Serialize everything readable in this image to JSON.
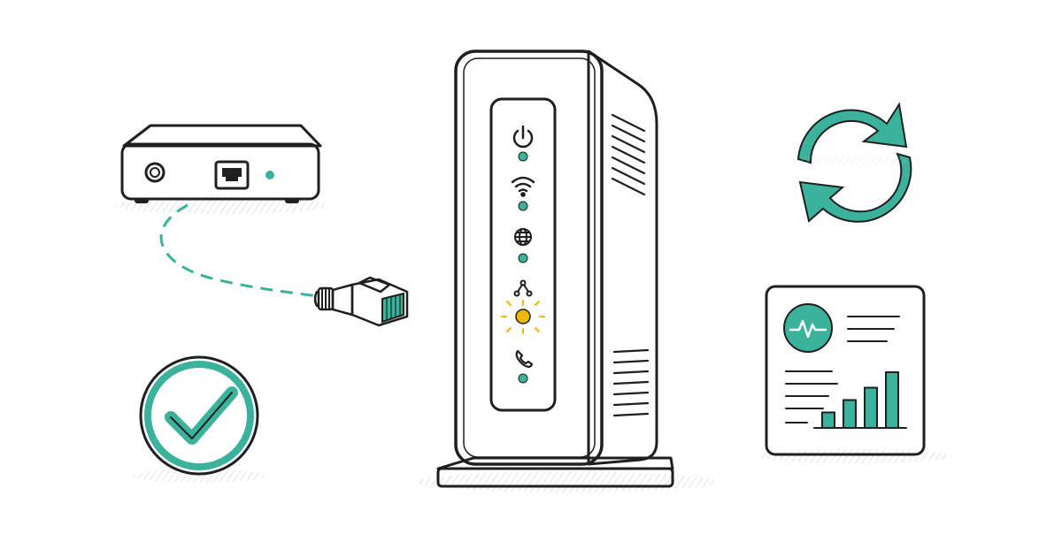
{
  "colors": {
    "accent": "#3bb39c",
    "accent_dark": "#1f8f7c",
    "warning": "#f2b705",
    "ink": "#1f1f1f",
    "background": "#ffffff"
  },
  "modem": {
    "indicators": [
      {
        "icon": "power-icon",
        "status": "ok"
      },
      {
        "icon": "wifi-icon",
        "status": "ok"
      },
      {
        "icon": "globe-icon",
        "status": "ok"
      },
      {
        "icon": "network-icon",
        "status": "warning"
      },
      {
        "icon": "phone-icon",
        "status": "ok"
      }
    ]
  },
  "icons": {
    "refresh": "refresh-icon",
    "checkmark": "checkmark-icon",
    "ethernet": "ethernet-cable-icon",
    "activity": "heartbeat-icon",
    "chart": "bar-chart-icon"
  },
  "dashboard": {
    "bar_levels": [
      0.25,
      0.45,
      0.65,
      0.9
    ]
  }
}
